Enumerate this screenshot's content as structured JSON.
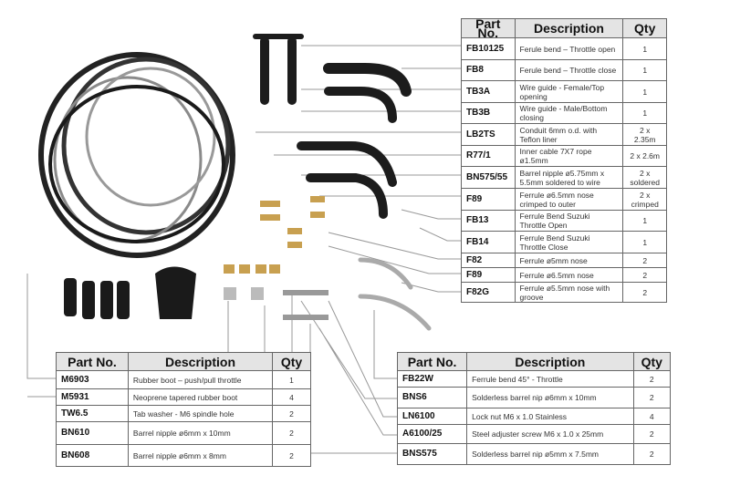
{
  "tables": {
    "right": {
      "headers": [
        "Part No.",
        "Description",
        "Qty"
      ],
      "rows": [
        [
          "FB10125",
          "Ferule bend – Throttle open",
          "1"
        ],
        [
          "FB8",
          "Ferule bend – Throttle close",
          "1"
        ],
        [
          "TB3A",
          "Wire guide - Female/Top opening",
          "1"
        ],
        [
          "TB3B",
          "Wire guide - Male/Bottom closing",
          "1"
        ],
        [
          "LB2TS",
          "Conduit 6mm o.d. with Teflon liner",
          "2 x 2.35m"
        ],
        [
          "R77/1",
          "Inner cable 7X7 rope ø1.5mm",
          "2 x 2.6m"
        ],
        [
          "BN575/55",
          "Barrel nipple ø5.75mm x 5.5mm soldered to wire",
          "2 x soldered"
        ],
        [
          "F89",
          "Ferrule ø6.5mm nose crimped to outer",
          "2 x crimped"
        ],
        [
          "FB13",
          "Ferrule Bend Suzuki Throttle Open",
          "1"
        ],
        [
          "FB14",
          "Ferrule Bend Suzuki Throttle Close",
          "1"
        ],
        [
          "F82",
          "Ferrule ø5mm nose",
          "2"
        ],
        [
          "F89",
          "Ferrule ø6.5mm nose",
          "2"
        ],
        [
          "F82G",
          "Ferrule  ø5.5mm nose with groove",
          "2"
        ]
      ]
    },
    "bottom_left": {
      "headers": [
        "Part No.",
        "Description",
        "Qty"
      ],
      "rows": [
        [
          "M6903",
          "Rubber boot – push/pull throttle",
          "1"
        ],
        [
          "M5931",
          "Neoprene tapered rubber boot",
          "4"
        ],
        [
          "TW6.5",
          "Tab washer - M6 spindle hole",
          "2"
        ],
        [
          "BN610",
          "Barrel nipple ø6mm  x 10mm",
          "2"
        ],
        [
          "BN608",
          "Barrel nipple ø6mm x 8mm",
          "2"
        ]
      ]
    },
    "bottom_right": {
      "headers": [
        "Part No.",
        "Description",
        "Qty"
      ],
      "rows": [
        [
          "FB22W",
          "Ferrule bend 45°  - Throttle",
          "2"
        ],
        [
          "BNS6",
          "Solderless barrel nip ø6mm x 10mm",
          "2"
        ],
        [
          "LN6100",
          "Lock nut M6 x 1.0 Stainless",
          "4"
        ],
        [
          "A6100/25",
          "Steel adjuster screw M6 x 1.0 x 25mm",
          "2"
        ],
        [
          "BNS575",
          "Solderless barrel nip ø5mm x 7.5mm",
          "2"
        ]
      ]
    }
  },
  "colors": {
    "header_bg": "#e4e4e4",
    "border": "#666666"
  }
}
